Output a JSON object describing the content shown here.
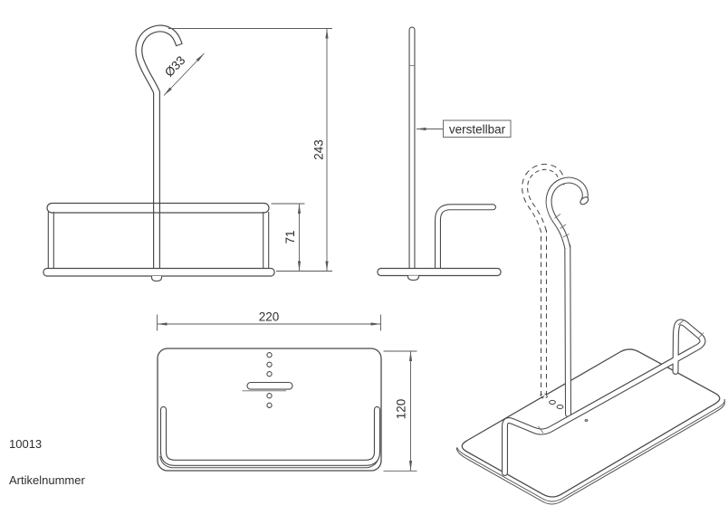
{
  "article": {
    "number": "10013",
    "label": "Artikelnummer"
  },
  "views": {
    "front": {
      "dim_total_height": "243",
      "dim_rail_height": "71",
      "dim_hook_diameter": "Ø33"
    },
    "side": {
      "callout_adjustable": "verstellbar"
    },
    "top": {
      "dim_width": "220",
      "dim_depth": "120"
    }
  },
  "colors": {
    "object_line": "#4a4a4a",
    "dimension_line": "#5a5a5a",
    "text": "#2e2e2e",
    "background": "#ffffff"
  }
}
